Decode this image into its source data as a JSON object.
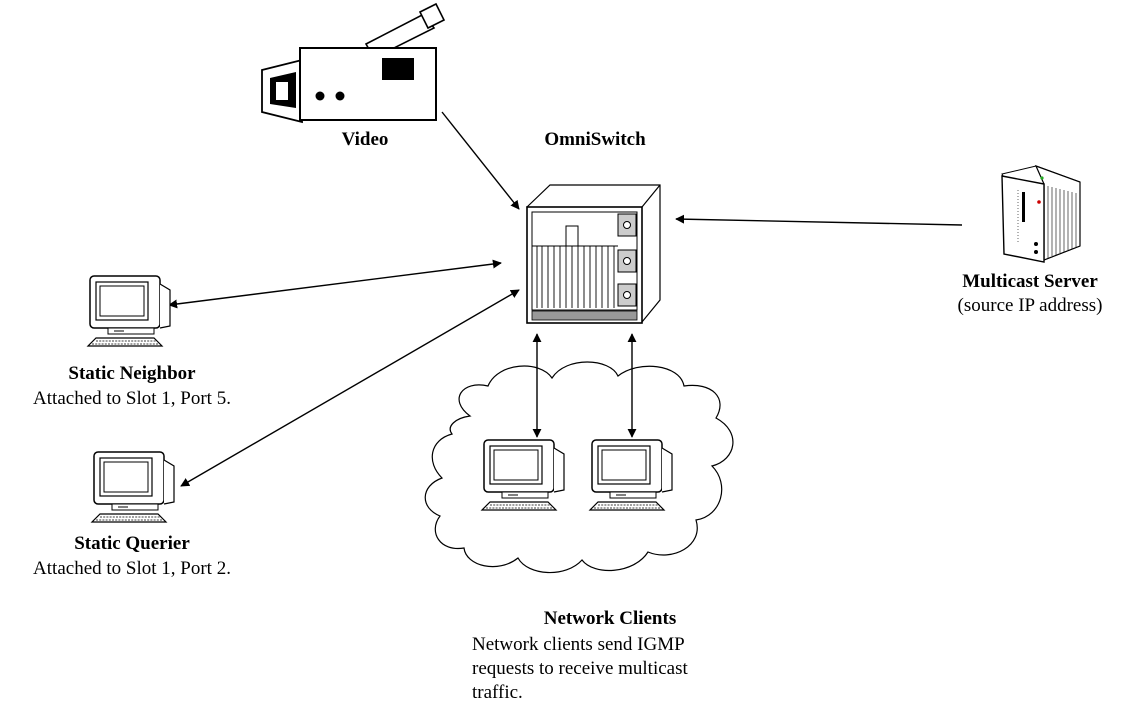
{
  "labels": {
    "video": "Video",
    "omniswitch": "OmniSwitch",
    "multicast_server": "Multicast Server",
    "multicast_server_sub": "(source IP address)",
    "static_neighbor": "Static Neighbor",
    "static_neighbor_sub": "Attached to Slot 1, Port 5.",
    "static_querier": "Static Querier",
    "static_querier_sub": "Attached to Slot 1, Port 2.",
    "network_clients": "Network Clients",
    "network_clients_desc": [
      "Network clients send IGMP",
      "requests to receive multicast",
      "traffic."
    ]
  },
  "icons": {
    "video": "video-camera-icon",
    "switch": "omniswitch-chassis-icon",
    "server": "server-tower-icon",
    "workstation": "workstation-icon",
    "cloud": "network-cloud-icon"
  }
}
